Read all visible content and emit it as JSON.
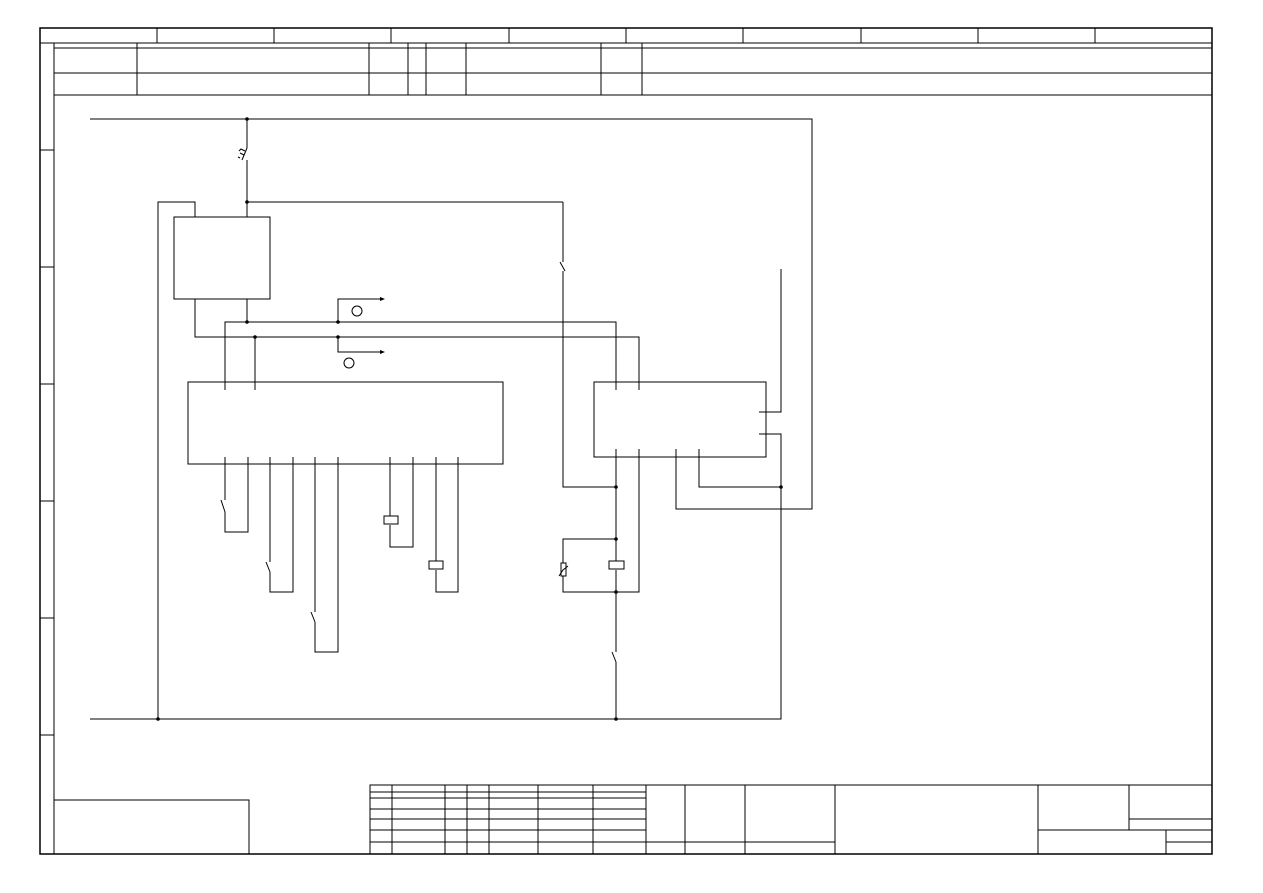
{
  "drawing": {
    "colors": {
      "paper": "#ffffff",
      "ink": "#000000"
    },
    "frame": {
      "top_zones": 10,
      "left_zones": 7
    },
    "components": [
      {
        "name": "main-switch",
        "kind": "switch"
      },
      {
        "name": "relay-switch-1",
        "kind": "switch"
      },
      {
        "name": "relay-switch-2",
        "kind": "switch"
      },
      {
        "name": "relay-switch-3",
        "kind": "switch"
      },
      {
        "name": "relay-switch-4",
        "kind": "switch"
      },
      {
        "name": "relay-switch-5",
        "kind": "switch"
      },
      {
        "name": "relay-coil-1",
        "kind": "coil"
      },
      {
        "name": "relay-coil-2",
        "kind": "coil"
      },
      {
        "name": "relay-coil-3",
        "kind": "coil"
      },
      {
        "name": "signal-lamp-1",
        "kind": "lamp"
      },
      {
        "name": "signal-lamp-2",
        "kind": "lamp"
      },
      {
        "name": "resistor",
        "kind": "resistor"
      }
    ],
    "blocks": [
      {
        "name": "power-supply-block"
      },
      {
        "name": "controller-block"
      },
      {
        "name": "module-block"
      }
    ]
  }
}
